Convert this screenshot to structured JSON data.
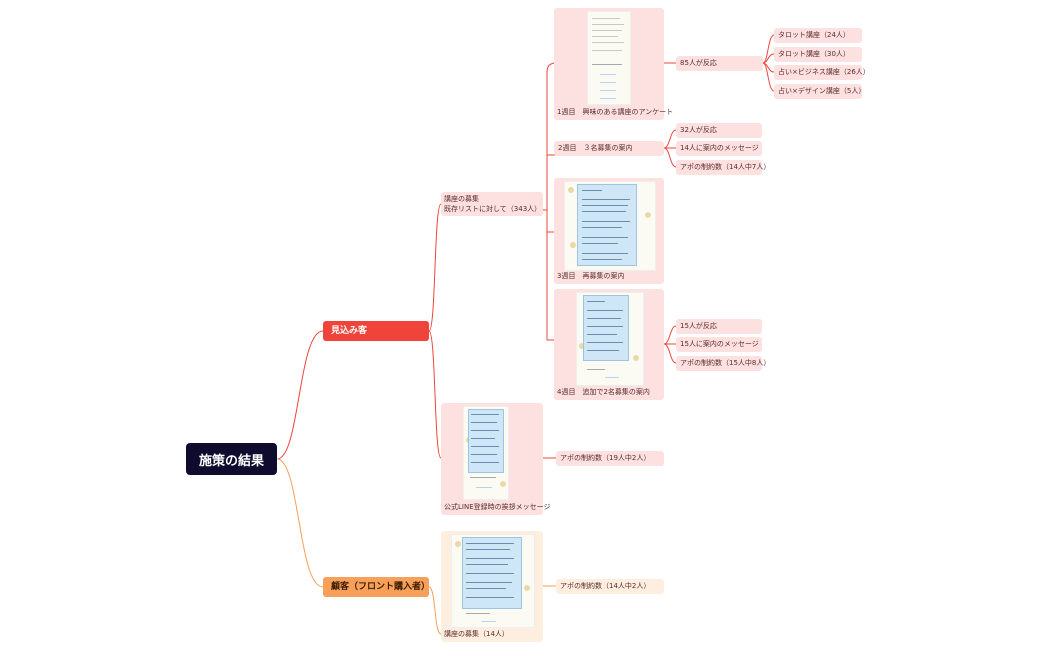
{
  "root": {
    "label": "施策の結果"
  },
  "branches": {
    "prospects": {
      "label": "見込み客"
    },
    "customers": {
      "label": "顧客（フロント購入者）"
    }
  },
  "recruit": {
    "label_line1": "講座の募集",
    "label_line2": "既存リストに対して（343人）",
    "weeks": [
      {
        "label": "1週目　興味のある講座のアンケート"
      },
      {
        "label": "2週目　３名募集の案内"
      },
      {
        "label": "3週目　再募集の案内"
      },
      {
        "label": "4週目　追加で2名募集の案内"
      }
    ],
    "week1_results": {
      "reacted": "85人が反応",
      "courses": [
        "タロット講座（24人）",
        "タロット講座（30人）",
        "占い×ビジネス講座（26人）",
        "占い×デザイン講座（5人）"
      ]
    },
    "week2_results": [
      "32人が反応",
      "14人に案内のメッセージ",
      "アポの制約数（14人中7人）"
    ],
    "week4_results": [
      "15人が反応",
      "15人に案内のメッセージ",
      "アポの制約数（15人中8人）"
    ]
  },
  "line_greeting": {
    "label": "公式LINE登録時の挨拶メッセージ",
    "result": "アポの制約数（19人中2人）"
  },
  "customer_recruit": {
    "label": "講座の募集（14人）",
    "result": "アポの制約数（14人中2人）"
  },
  "colors": {
    "root": "#0e0b2e",
    "red": "#f0443a",
    "orange": "#f6a05a",
    "pink": "#fde0e0",
    "peach": "#fdeee0"
  }
}
